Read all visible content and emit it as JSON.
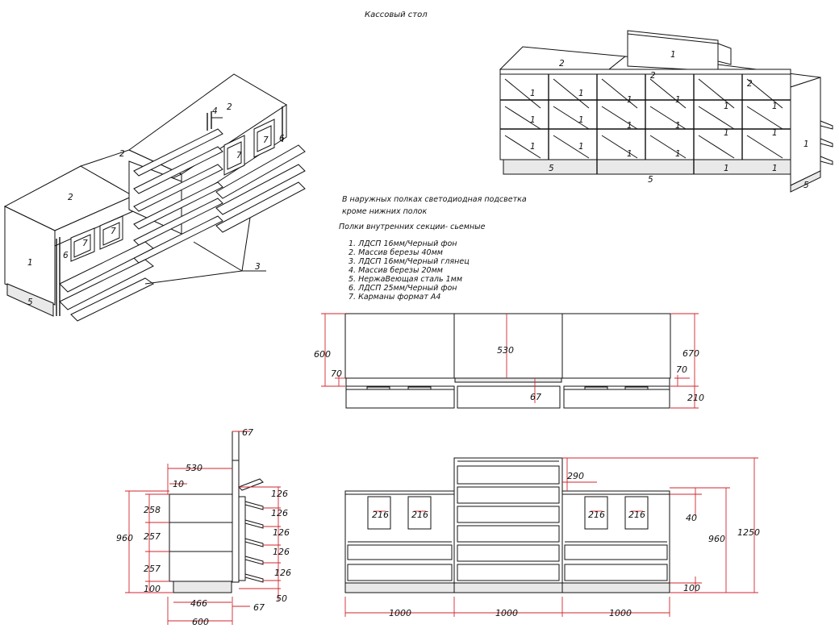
{
  "title": "Кассовый стол",
  "notes": {
    "lighting": "В наружных полках светодиодная подсветка",
    "lighting_2": "кроме нижних полок",
    "removable": "Полки внутренних секции- сьемные"
  },
  "legend": [
    "1.  ЛДСП  16мм/Черный  фон",
    "2.  Массив  березы  40мм",
    "3.  ЛДСП  16мм/Черный  глянец",
    "4.  Массив  березы  20мм",
    "5.  НержаВеющая  сталь  1мм",
    "6.  ЛДСП  25мм/Черный  фон",
    "7.  Карманы  формат  А4"
  ],
  "iso_left_labels": [
    "2",
    "2",
    "2",
    "4",
    "6",
    "7",
    "7",
    "7",
    "7",
    "6",
    "1",
    "5",
    "3"
  ],
  "iso_right_labels": [
    "1",
    "2",
    "2",
    "2",
    "1",
    "5",
    "5",
    "5"
  ],
  "top_view_dims": [
    "600",
    "530",
    "670",
    "70",
    "70",
    "67",
    "210"
  ],
  "side_view_dims": [
    "67",
    "530",
    "10",
    "258",
    "960",
    "257",
    "257",
    "100",
    "466",
    "600",
    "67",
    "126",
    "126",
    "126",
    "126",
    "126",
    "50"
  ],
  "front_view_dims": [
    "290",
    "40",
    "960",
    "1250",
    "100",
    "216",
    "216",
    "216",
    "216",
    "1000",
    "1000",
    "1000"
  ]
}
